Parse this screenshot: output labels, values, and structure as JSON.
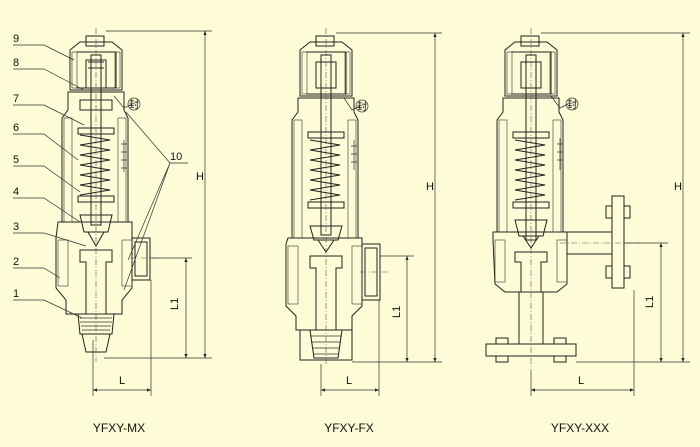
{
  "part_labels": [
    "1",
    "2",
    "3",
    "4",
    "5",
    "6",
    "7",
    "8",
    "9",
    "10"
  ],
  "seal_char": "封",
  "dimension_labels": {
    "height": "H",
    "length": "L",
    "inlet_height": "L1"
  },
  "models": [
    {
      "caption": "YFXY-MX"
    },
    {
      "caption": "YFXY-FX"
    },
    {
      "caption": "YFXY-XXX"
    }
  ]
}
